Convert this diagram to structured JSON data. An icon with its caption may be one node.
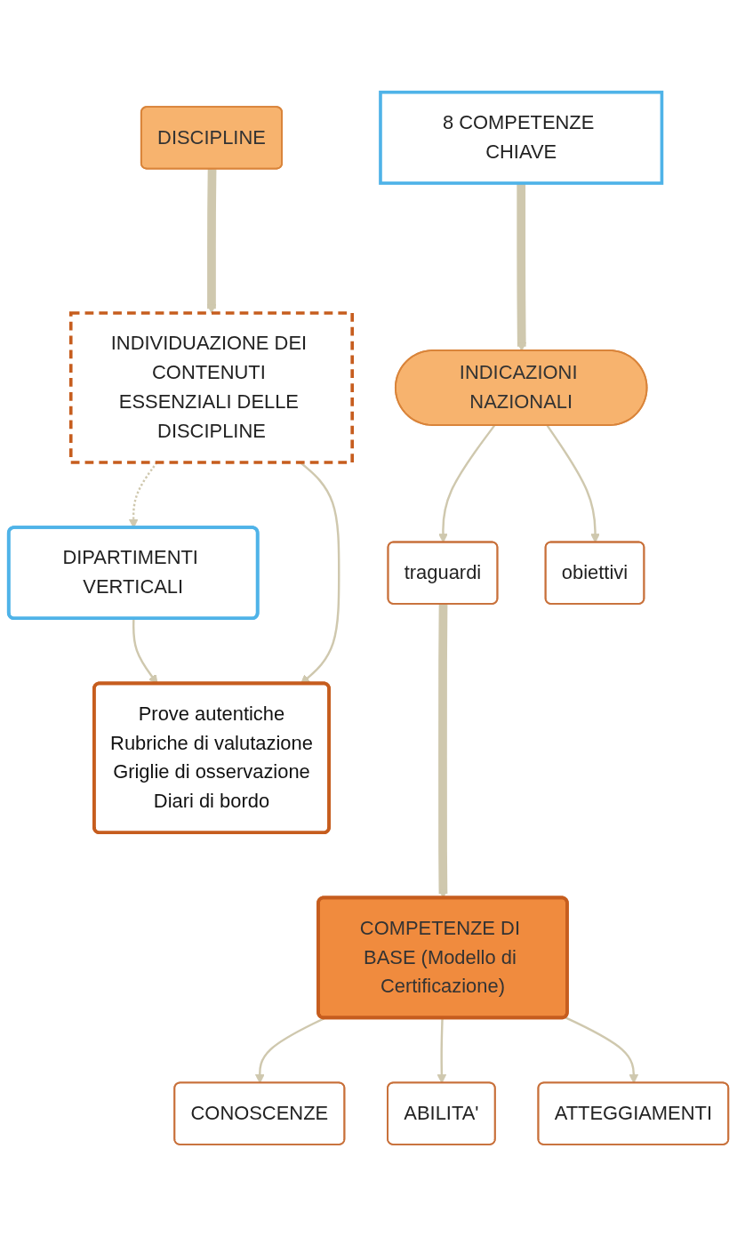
{
  "diagram": {
    "nodes": [
      {
        "text": [
          "8 COMPETENZE CHIAVE"
        ]
      },
      {
        "text": [
          "INDICAZIONI NAZIONALI"
        ]
      },
      {
        "text": [
          "traguardi"
        ]
      },
      {
        "text": [
          "obiettivi"
        ]
      },
      {
        "text": [
          "COMPETENZE DI BASE (Modello di Certificazione)"
        ]
      },
      {
        "text": [
          "CONOSCENZE"
        ]
      },
      {
        "text": [
          "ABILITA'"
        ]
      },
      {
        "text": [
          "ATTEGGIAMENTI"
        ]
      },
      {
        "text": [
          "DISCIPLINE"
        ]
      },
      {
        "text": [
          "INDIVIDUAZIONE DEI CONTENUTI ESSENZIALI DELLE DISCIPLINE"
        ]
      },
      {
        "text": [
          "DIPARTIMENTI VERTICALI"
        ]
      },
      {
        "text": [
          "Prove autentiche",
          "Rubriche di valutazione",
          "Griglie di osservazione",
          "Diari di bordo"
        ]
      }
    ],
    "edges": [
      {
        "from": 0,
        "to": 1,
        "arrow": "to",
        "style": "thick"
      },
      {
        "from": 1,
        "to": 2,
        "arrow": "to"
      },
      {
        "from": 1,
        "to": 3,
        "arrow": "to"
      },
      {
        "from": 2,
        "to": 4,
        "arrow": "to",
        "style": "thick"
      },
      {
        "from": 4,
        "to": 5,
        "arrow": "to"
      },
      {
        "from": 4,
        "to": 6,
        "arrow": "to"
      },
      {
        "from": 4,
        "to": 7,
        "arrow": "to"
      },
      {
        "from": 8,
        "to": 9,
        "arrow": "to",
        "style": "thick"
      },
      {
        "from": 9,
        "to": 10,
        "arrow": "to",
        "style": "dashed"
      },
      {
        "from": 9,
        "to": 11,
        "arrow": "to"
      },
      {
        "from": 10,
        "to": 11,
        "arrow": "to"
      }
    ]
  }
}
